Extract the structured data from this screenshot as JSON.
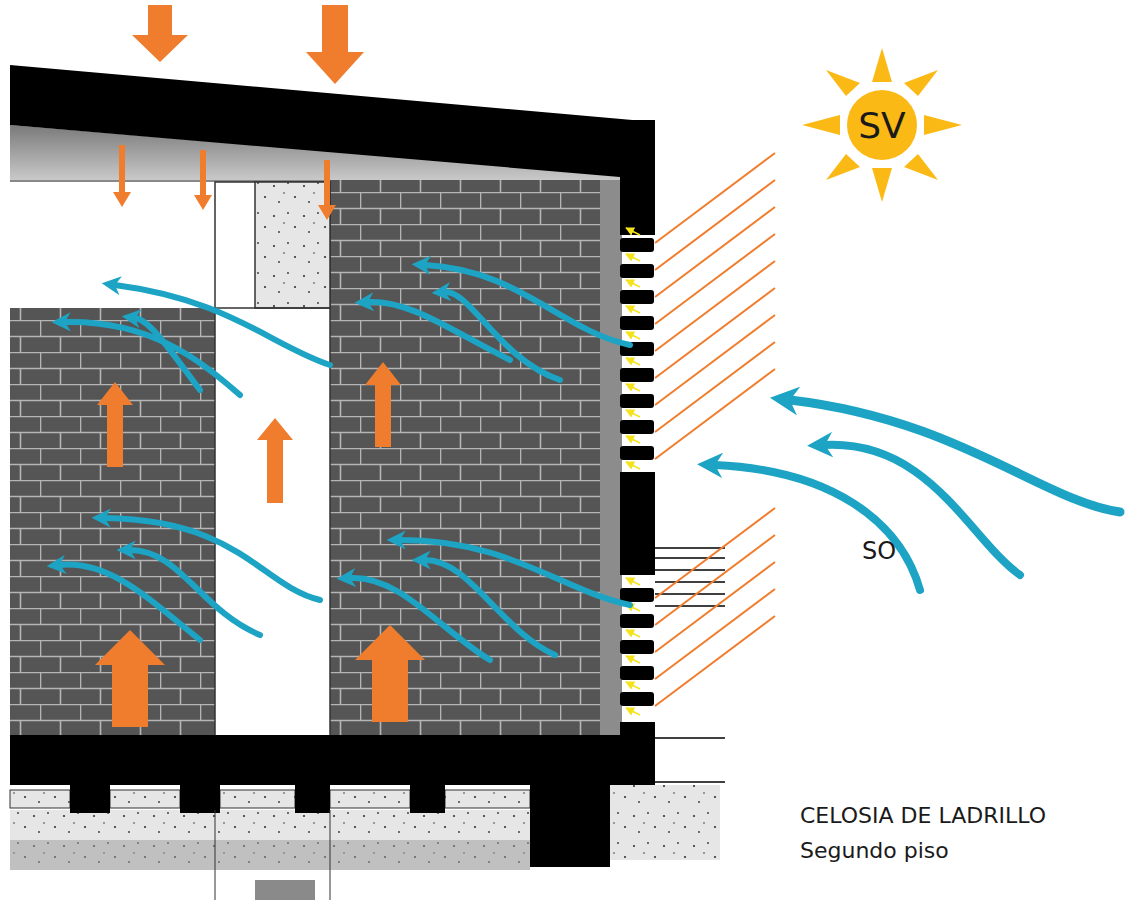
{
  "diagram": {
    "nodes": [
      {
        "text": [
          "SV"
        ]
      }
    ],
    "labels": [
      "SO",
      "CELOSIA DE LADRILLO",
      "Segundo piso"
    ]
  }
}
